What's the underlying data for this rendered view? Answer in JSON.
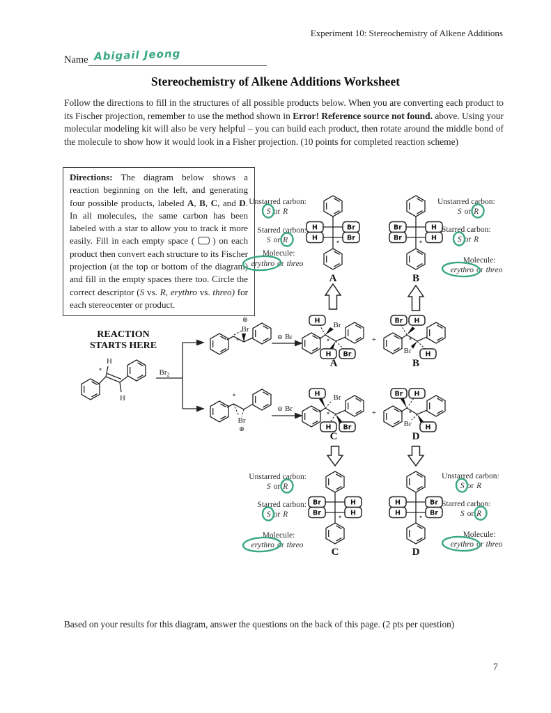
{
  "doc": {
    "header_right": "Experiment 10: Stereochemistry of Alkene Additions",
    "name_label": "Name",
    "name_value": "Abigail Jeong",
    "title": "Stereochemistry of Alkene Additions Worksheet",
    "footer_note": "Based on your results for this diagram, answer the questions on the back of this page. (2 pts per question)",
    "page_number": "7"
  },
  "intro_segments": [
    {
      "t": "Follow the directions to fill in the structures of all possible products below. When you are converting each product to its Fischer projection, remember to use the method shown in "
    },
    {
      "t": "Error! Reference source not found.",
      "b": true
    },
    {
      "t": " above. Using your molecular modeling kit will also be very helpful – you can build each product, then rotate around the middle bond of the molecule to show how it would look in a Fisher projection. (10 points for completed reaction scheme)"
    }
  ],
  "directions_segments": [
    {
      "t": "Directions:",
      "b": true
    },
    {
      "t": " The diagram below shows a reaction beginning on the left, and generating four possible products, labeled "
    },
    {
      "t": "A",
      "b": true
    },
    {
      "t": ", "
    },
    {
      "t": "B",
      "b": true
    },
    {
      "t": ", "
    },
    {
      "t": "C",
      "b": true
    },
    {
      "t": ", and "
    },
    {
      "t": "D",
      "b": true
    },
    {
      "t": ". In all molecules, the same carbon has been labeled with a star to allow you to track it more easily. Fill in each empty space ( "
    },
    {
      "box": true
    },
    {
      "t": " ) on each product then convert each structure to its Fischer projection (at the top or bottom of the diagram) and fill in the empty spaces there too. Circle the correct descriptor ("
    },
    {
      "t": "S",
      "i": true
    },
    {
      "t": " vs. "
    },
    {
      "t": "R",
      "i": true
    },
    {
      "t": ", "
    },
    {
      "t": "erythro",
      "i": true
    },
    {
      "t": " vs. "
    },
    {
      "t": "threo)",
      "i": true
    },
    {
      "t": " for each stereocenter or product."
    }
  ],
  "scheme": {
    "heading_line1": "REACTION",
    "heading_line2": "STARTS HERE",
    "reagent": "Br",
    "reagent_subscript": "2",
    "plus": "+",
    "star": "*",
    "h": "H",
    "br": "Br",
    "minus_charge": "⊖",
    "plus_charge": "⊕",
    "bromide_ion": "Br"
  },
  "labels": {
    "A": "A",
    "B": "B",
    "C": "C",
    "D": "D"
  },
  "fischer": {
    "A": {
      "left_top": "H",
      "left_bottom": "H",
      "right_top": "Br",
      "right_bottom": "Br"
    },
    "B": {
      "left_top": "Br",
      "left_bottom": "Br",
      "right_top": "H",
      "right_bottom": "H"
    },
    "C": {
      "left_top": "Br",
      "left_bottom": "Br",
      "right_top": "H",
      "right_bottom": "H"
    },
    "D": {
      "left_top": "H",
      "left_bottom": "H",
      "right_top": "Br",
      "right_bottom": "Br"
    }
  },
  "products": {
    "A": {
      "top_left": "H",
      "printed_br": "Br",
      "bottom_left": "H",
      "bottom_right": "Br"
    },
    "B": {
      "top_left": "Br",
      "top_right": "H",
      "printed_br": "Br",
      "bottom_right": "H"
    },
    "C": {
      "top_left": "H",
      "printed_br": "Br",
      "bottom_left": "H",
      "bottom_right": "Br"
    },
    "D": {
      "top_left": "Br",
      "top_right": "H",
      "printed_br": "Br",
      "bottom_right": "H"
    }
  },
  "stereo_text": {
    "unstarred_label": "Unstarred carbon:",
    "starred_label": "Starred carbon:",
    "molecule_label": "Molecule:",
    "s": "S",
    "or": "or",
    "r": "R",
    "erythro": "erythro",
    "threo": "threo"
  },
  "answers": {
    "A": {
      "unstarred_circled": "S",
      "starred_circled": "R",
      "molecule_circled": "erythro"
    },
    "B": {
      "unstarred_circled": "R",
      "starred_circled": "S",
      "molecule_circled": "erythro"
    },
    "C": {
      "unstarred_circled": "R",
      "starred_circled": "S",
      "molecule_circled": "erythro"
    },
    "D": {
      "unstarred_circled": "S",
      "starred_circled": "R",
      "molecule_circled": "erythro"
    }
  },
  "colors": {
    "marker_green": "#3aa87f",
    "ink": "#222222"
  }
}
